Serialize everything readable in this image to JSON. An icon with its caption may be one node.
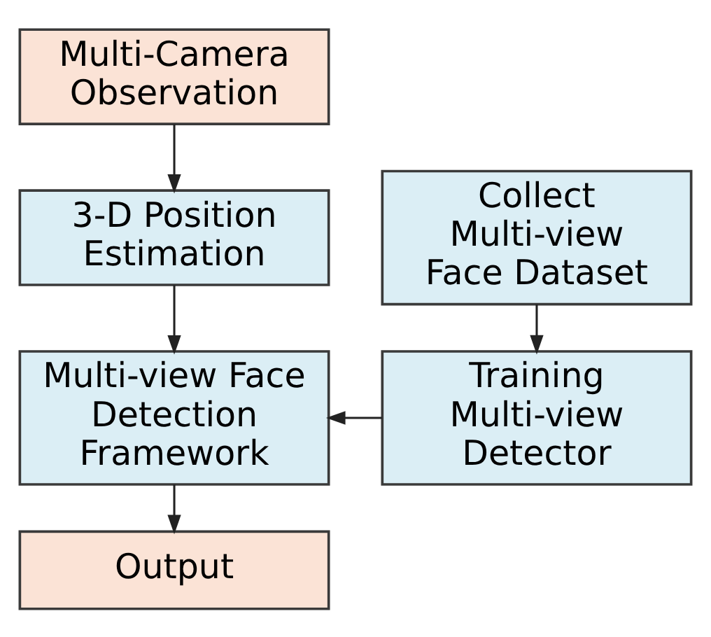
{
  "diagram": {
    "nodes": [
      {
        "text": [
          "Multi-Camera Observation"
        ]
      },
      {
        "text": [
          "3-D Position Estimation"
        ]
      },
      {
        "text": [
          "Collect Multi-view Face Dataset"
        ]
      },
      {
        "text": [
          "Multi-view Face Detection Framework"
        ]
      },
      {
        "text": [
          "Training Multi-view Detector"
        ]
      },
      {
        "text": [
          "Output"
        ]
      }
    ],
    "edges": [
      {
        "from": 0,
        "to": 1,
        "arrow": "to"
      },
      {
        "from": 1,
        "to": 3,
        "arrow": "to"
      },
      {
        "from": 2,
        "to": 4,
        "arrow": "to"
      },
      {
        "from": 4,
        "to": 3,
        "arrow": "to"
      },
      {
        "from": 3,
        "to": 5,
        "arrow": "to"
      }
    ]
  }
}
